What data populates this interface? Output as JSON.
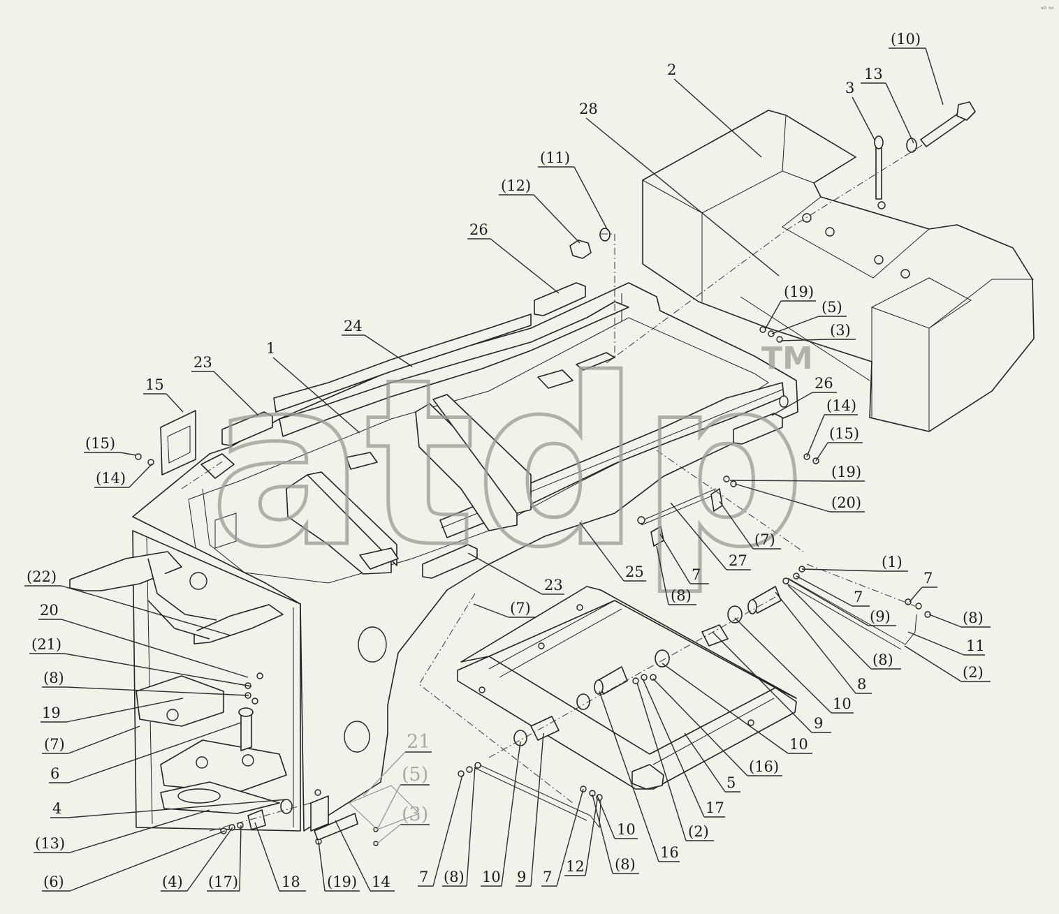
{
  "watermark": {
    "text": "atdp",
    "mark": "TM"
  },
  "corner_mark": "ᵒᴰ ᵒᵒ",
  "labels": [
    "(10)",
    "13",
    "3",
    "2",
    "28",
    "(11)",
    "(12)",
    "26",
    "24",
    "1",
    "23",
    "15",
    "(15)",
    "(14)",
    "(19)",
    "(5)",
    "(3)",
    "26",
    "(14)",
    "(15)",
    "(19)",
    "(20)",
    "(7)",
    "27",
    "7",
    "(8)",
    "25",
    "23",
    "(22)",
    "20",
    "(21)",
    "(8)",
    "19",
    "(7)",
    "6",
    "4",
    "(13)",
    "(6)",
    "(4)",
    "(17)",
    "18",
    "(19)",
    "14",
    "21",
    "(5)",
    "(3)",
    "(7)",
    "(1)",
    "7",
    "7",
    "(9)",
    "(8)",
    "11",
    "(8)",
    "(2)",
    "8",
    "10",
    "9",
    "10",
    "(16)",
    "5",
    "17",
    "(2)",
    "16",
    "10",
    "(8)",
    "12",
    "7",
    "9",
    "10",
    "(8)",
    "7"
  ]
}
